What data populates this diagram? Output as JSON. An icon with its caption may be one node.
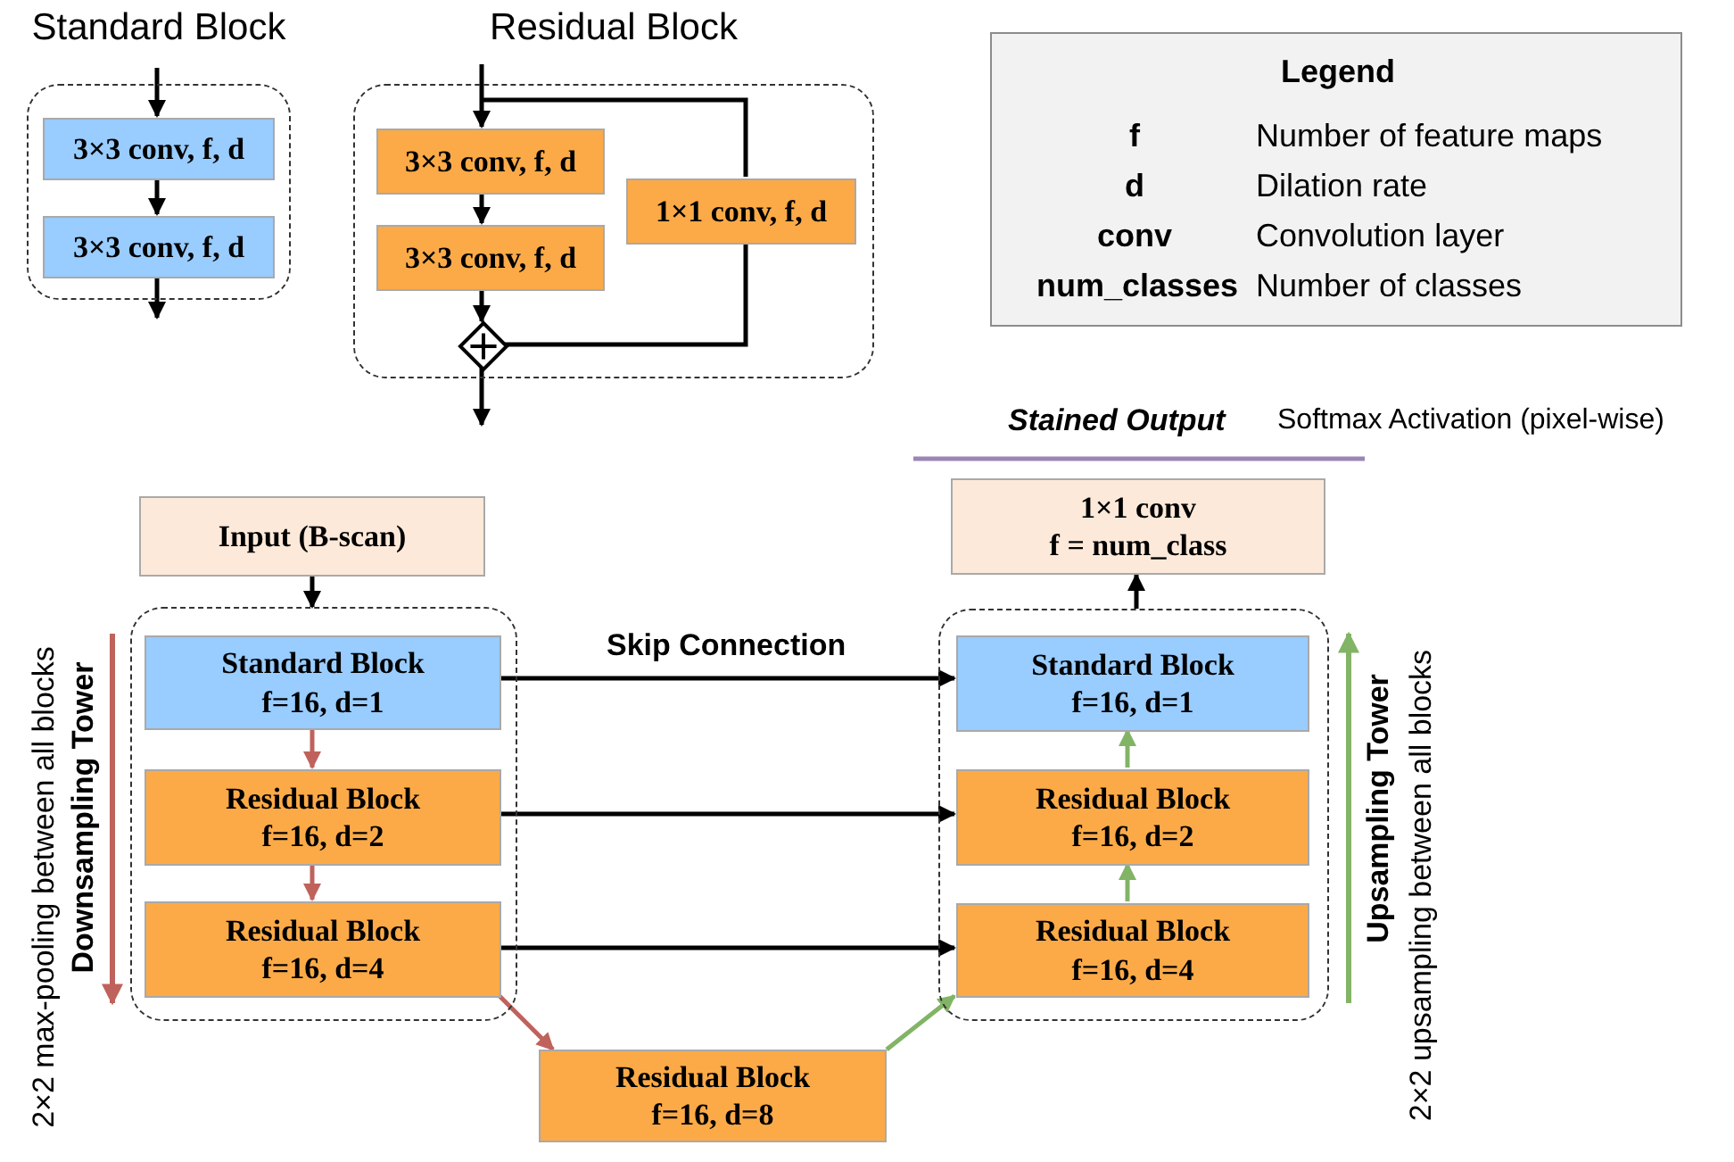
{
  "diagram": {
    "nodes": [
      {
        "text": [
          "Standard Block"
        ]
      },
      {
        "text": [
          "3×3 conv, f, d"
        ],
        "in": 0
      },
      {
        "text": [
          "3×3 conv, f, d"
        ],
        "in": 0
      },
      {
        "text": [
          "Residual Block"
        ]
      },
      {
        "text": [
          "3×3 conv, f, d"
        ],
        "in": 3
      },
      {
        "text": [
          "3×3 conv, f, d"
        ],
        "in": 3
      },
      {
        "text": [
          "1×1 conv, f, d"
        ],
        "in": 3
      },
      {
        "text": [],
        "shape": "diamond",
        "in": 3
      },
      {
        "text": [
          "Legend",
          "f",
          "Number of feature maps",
          "d",
          "Dilation rate",
          "conv",
          "Convolution layer",
          "num_classes",
          "Number of classes"
        ]
      },
      {
        "text": [
          "Input (B-scan)"
        ]
      },
      {
        "text": [],
        "shape": "box"
      },
      {
        "text": [
          "Standard Block",
          "f=16, d=1"
        ],
        "in": 10
      },
      {
        "text": [
          "Residual Block",
          "f=16, d=2"
        ],
        "in": 10
      },
      {
        "text": [
          "Residual Block",
          "f=16, d=4"
        ],
        "in": 10
      },
      {
        "text": [
          "Residual Block",
          "f=16, d=8"
        ]
      },
      {
        "text": [],
        "shape": "box"
      },
      {
        "text": [
          "Standard Block",
          "f=16, d=1"
        ],
        "in": 15
      },
      {
        "text": [
          "Residual Block",
          "f=16, d=2"
        ],
        "in": 15
      },
      {
        "text": [
          "Residual Block",
          "f=16, d=4"
        ],
        "in": 15
      },
      {
        "text": [
          "1×1 conv",
          "f = num_class"
        ]
      }
    ],
    "edges": [
      {
        "from": null,
        "to": 1,
        "arrow": "to"
      },
      {
        "from": 1,
        "to": 2,
        "arrow": "to"
      },
      {
        "from": 2,
        "to": null,
        "arrow": "to"
      },
      {
        "from": null,
        "to": 4,
        "arrow": "to"
      },
      {
        "from": null,
        "to": 6,
        "arrow": "none"
      },
      {
        "from": 4,
        "to": 5,
        "arrow": "to"
      },
      {
        "from": 5,
        "to": 7,
        "arrow": "to"
      },
      {
        "from": 6,
        "to": 7,
        "arrow": "none"
      },
      {
        "from": 7,
        "to": null,
        "arrow": "to"
      },
      {
        "from": 9,
        "to": 10,
        "arrow": "to"
      },
      {
        "from": 11,
        "to": 12,
        "arrow": "to",
        "color": "#c0625c"
      },
      {
        "from": 12,
        "to": 13,
        "arrow": "to",
        "color": "#c0625c"
      },
      {
        "from": 13,
        "to": 14,
        "arrow": "to",
        "color": "#c0625c"
      },
      {
        "from": 14,
        "to": 18,
        "arrow": "to",
        "color": "#82b466"
      },
      {
        "from": 18,
        "to": 17,
        "arrow": "to",
        "color": "#82b466"
      },
      {
        "from": 17,
        "to": 16,
        "arrow": "to",
        "color": "#82b466"
      },
      {
        "from": 15,
        "to": 19,
        "arrow": "to"
      },
      {
        "from": 11,
        "to": 16,
        "arrow": "to",
        "label": "Skip Connection"
      },
      {
        "from": 12,
        "to": 17,
        "arrow": "to"
      },
      {
        "from": 13,
        "to": 18,
        "arrow": "to"
      }
    ],
    "labels": [
      "Stained Output",
      "Softmax Activation (pixel-wise)",
      "2×2 max-pooling between all blocks",
      "Downsampling Tower",
      "Upsampling Tower",
      "2×2 upsampling between all blocks"
    ]
  }
}
